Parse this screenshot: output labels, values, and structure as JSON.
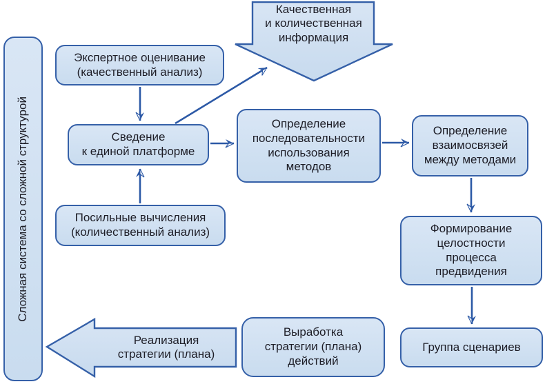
{
  "diagram": {
    "colors": {
      "box_fill_top": "#d9e6f5",
      "box_fill_bottom": "#c9dcef",
      "box_border": "#3560a8",
      "connector": "#2c59a6",
      "text": "#1d1d26",
      "background": "#ffffff"
    },
    "nodes": {
      "system": {
        "label": "Сложная система со сложной структурой"
      },
      "expert": {
        "label": "Экспертное оценивание\n(качественный анализ)"
      },
      "info": {
        "label": "Качественная\nи количественная\nинформация"
      },
      "consolidation": {
        "label": "Сведение\nк единой платформе"
      },
      "sequence": {
        "label": "Определение\nпоследовательности\nиспользования\nметодов"
      },
      "interrelations": {
        "label": "Определение\nвзаимосвязей\nмежду методами"
      },
      "feasible": {
        "label": "Посильные вычисления\n(количественный анализ)"
      },
      "integrity": {
        "label": "Формирование\nцелостности\nпроцесса\nпредвидения"
      },
      "scenarios": {
        "label": "Группа сценариев"
      },
      "strategy": {
        "label": "Выработка\nстратегии (плана)\nдействий"
      },
      "implementation": {
        "label": "Реализация\nстратегии (плана)"
      }
    }
  }
}
